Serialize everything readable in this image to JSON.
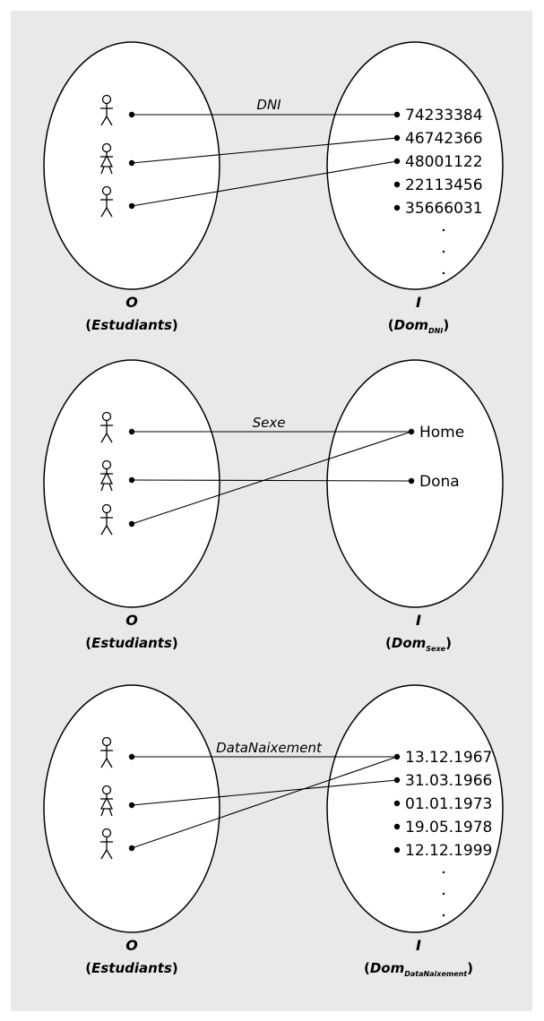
{
  "diagrams": [
    {
      "relation": "DNI",
      "left_set": {
        "symbol": "O",
        "name": "Estudiants"
      },
      "right_set": {
        "symbol": "I",
        "dom_base": "Dom",
        "dom_sub": "DNI"
      },
      "values": [
        "74233384",
        "46742366",
        "48001122",
        "22113456",
        "35666031"
      ],
      "ellipsis": true,
      "mappings": [
        [
          0,
          0
        ],
        [
          1,
          1
        ],
        [
          2,
          2
        ]
      ]
    },
    {
      "relation": "Sexe",
      "left_set": {
        "symbol": "O",
        "name": "Estudiants"
      },
      "right_set": {
        "symbol": "I",
        "dom_base": "Dom",
        "dom_sub": "Sexe"
      },
      "values": [
        "Home",
        "Dona"
      ],
      "ellipsis": false,
      "mappings": [
        [
          0,
          0
        ],
        [
          1,
          1
        ],
        [
          2,
          0
        ]
      ]
    },
    {
      "relation": "DataNaixement",
      "left_set": {
        "symbol": "O",
        "name": "Estudiants"
      },
      "right_set": {
        "symbol": "I",
        "dom_base": "Dom",
        "dom_sub": "DataNaixement"
      },
      "values": [
        "13.12.1967",
        "31.03.1966",
        "01.01.1973",
        "19.05.1978",
        "12.12.1999"
      ],
      "ellipsis": true,
      "mappings": [
        [
          0,
          0
        ],
        [
          1,
          1
        ],
        [
          2,
          0
        ]
      ]
    }
  ],
  "person_icons": [
    "male-person-icon",
    "female-person-icon",
    "male-person-icon"
  ]
}
